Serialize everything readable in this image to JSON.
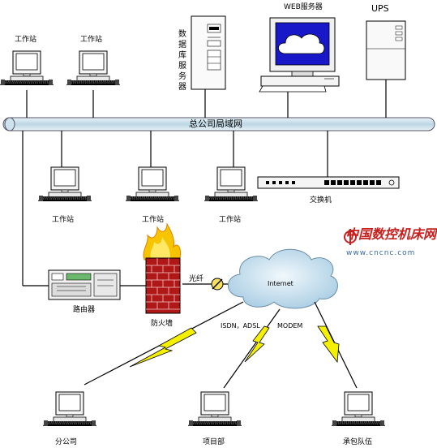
{
  "labels": {
    "workstation": "工作站",
    "database_server": "数据库服务器",
    "web_server": "WEB服务器",
    "ups": "UPS",
    "lan": "总公司局域网",
    "switch": "交换机",
    "router": "路由器",
    "firewall": "防火墙",
    "fiber": "光纤",
    "internet": "Internet",
    "isdn_adsl": "ISDN，ADSL",
    "modem": "MODEM",
    "branch_office": "分公司",
    "project_dept": "项目部",
    "contractor": "承包队伍"
  },
  "logo": {
    "name": "中国数控机床网",
    "url": "www.cncnc.com"
  },
  "colors": {
    "bus": "#cfe3ee",
    "cloud": "#cde4f2",
    "firewall_brick": "#b01818",
    "flame": "#f6c400",
    "lightning": "#f4f000",
    "monitor_screen": "#1818c8"
  }
}
